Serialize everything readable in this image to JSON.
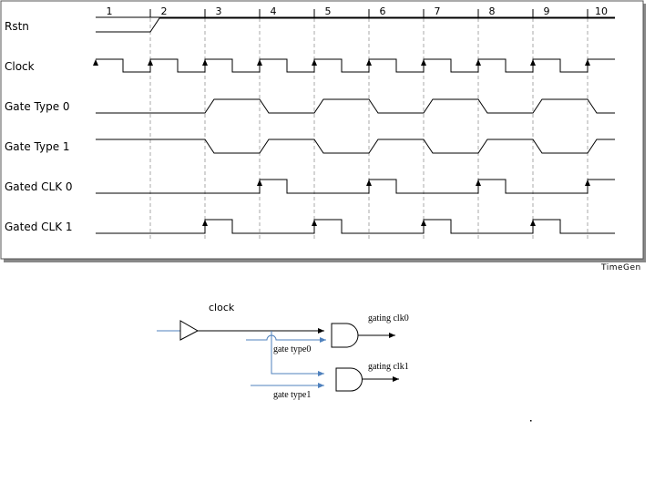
{
  "timing": {
    "cycle_numbers": [
      "1",
      "2",
      "3",
      "4",
      "5",
      "6",
      "7",
      "8",
      "9",
      "10"
    ],
    "signals": [
      {
        "name": "Rstn"
      },
      {
        "name": "Clock"
      },
      {
        "name": "Gate Type 0"
      },
      {
        "name": "Gate Type 1"
      },
      {
        "name": "Gated CLK 0"
      },
      {
        "name": "Gated CLK 1"
      }
    ],
    "tool_label": "TimeGen"
  },
  "circuit": {
    "clock_label": "clock",
    "gate_type0_label": "gate type0",
    "gate_type1_label": "gate type1",
    "gating_clk0_label": "gating clk0",
    "gating_clk1_label": "gating clk1",
    "input_color": "#4f81bd"
  }
}
